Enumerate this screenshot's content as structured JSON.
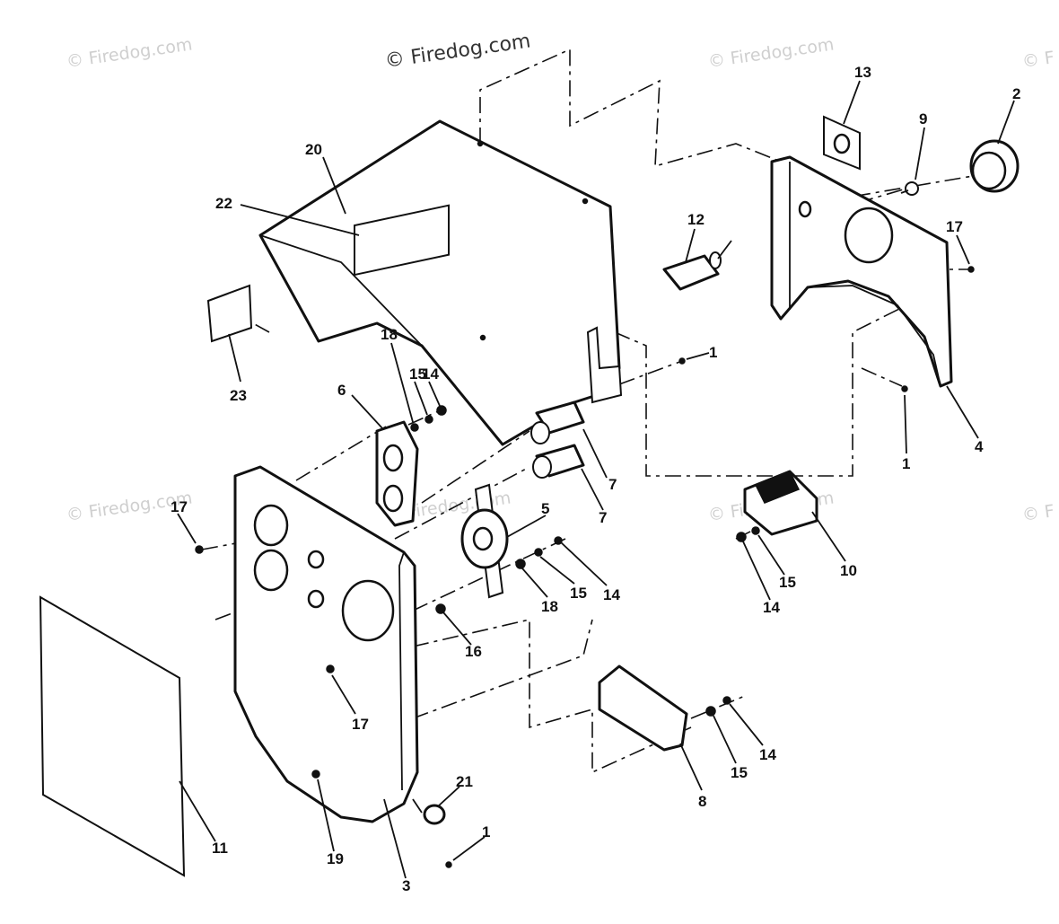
{
  "watermark": {
    "main": "© Firedog.com",
    "faint": "© Firedog.com",
    "edge": "© F"
  },
  "callouts": {
    "c1a": "1",
    "c1b": "1",
    "c1c": "1",
    "c2": "2",
    "c3": "3",
    "c4": "4",
    "c5": "5",
    "c6": "6",
    "c7a": "7",
    "c7b": "7",
    "c8": "8",
    "c9": "9",
    "c10": "10",
    "c11": "11",
    "c12": "12",
    "c13": "13",
    "c14a": "14",
    "c14b": "14",
    "c14c": "14",
    "c14d": "14",
    "c15a": "15",
    "c15b": "15",
    "c15c": "15",
    "c15d": "15",
    "c16": "16",
    "c17a": "17",
    "c17b": "17",
    "c17c": "17",
    "c18a": "18",
    "c18b": "18",
    "c19": "19",
    "c20": "20",
    "c21": "21",
    "c22": "22",
    "c23": "23"
  }
}
